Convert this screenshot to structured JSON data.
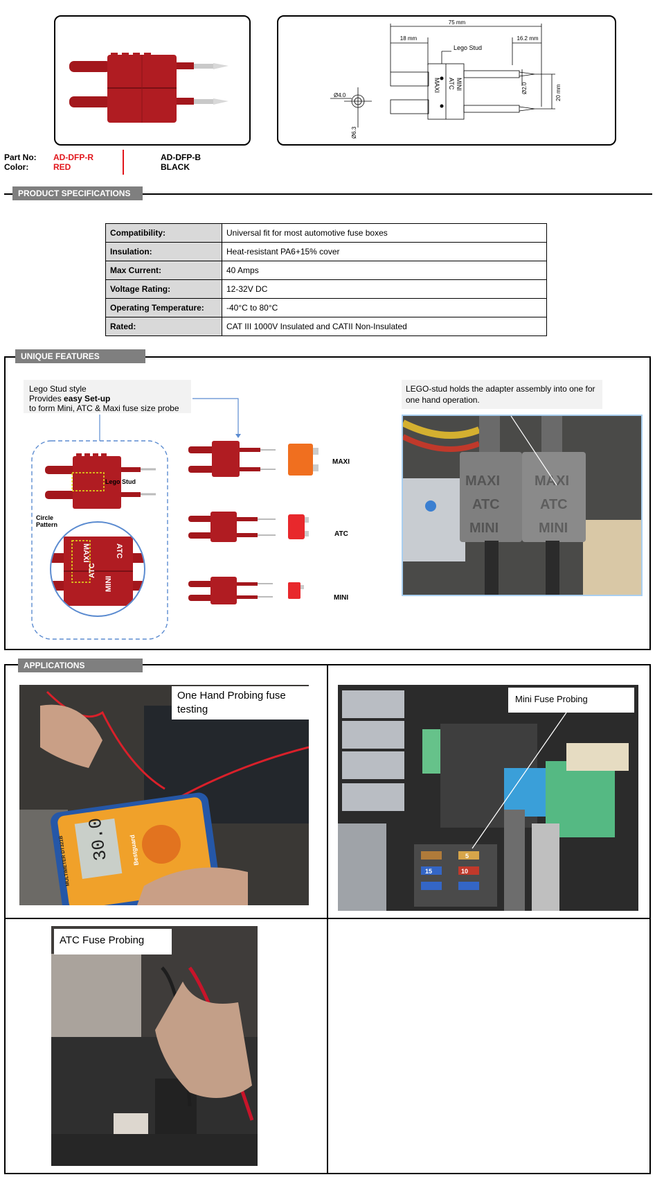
{
  "drawing": {
    "dim_total": "75 mm",
    "dim_left": "18 mm",
    "dim_right": "16.2 mm",
    "lego_stud": "Lego Stud",
    "dim_pin": "Ø2.0",
    "dim_height": "20 mm",
    "dim_hole": "Ø4.0",
    "dim_outer": "Ø6.3",
    "mark_maxi": "MAXI",
    "mark_atc": "ATC",
    "mark_mini": "MINI"
  },
  "parts": {
    "part_no_label": "Part No:",
    "color_label": "Color:",
    "red_part": "AD-DFP-R",
    "red_color": "RED",
    "black_part": "AD-DFP-B",
    "black_color": "BLACK"
  },
  "spec_section": {
    "title": "PRODUCT SPECIFICATIONS",
    "rows": [
      {
        "key": "Compatibility:",
        "value": "Universal fit for most automotive fuse boxes"
      },
      {
        "key": "Insulation:",
        "value": "Heat-resistant PA6+15% cover"
      },
      {
        "key": "Max Current:",
        "value": "40 Amps"
      },
      {
        "key": "Voltage Rating:",
        "value": "12-32V DC"
      },
      {
        "key": "Operating Temperature:",
        "value": "-40°C to 80°C"
      },
      {
        "key": "Rated:",
        "value": "CAT III 1000V Insulated and CATII Non-Insulated"
      }
    ]
  },
  "features": {
    "title": "UNIQUE FEATURES",
    "note_line1": "Lego Stud style",
    "note_line2_pre": "Provides ",
    "note_line2_bold": "easy Set-up",
    "note_line3": "to form Mini, ATC & Maxi fuse size probe",
    "lego_stud_label": "Lego Stud",
    "circle_pattern": "Circle Pattern",
    "fuse_maxi": "MAXI",
    "fuse_atc": "ATC",
    "fuse_mini": "MINI",
    "photo_note": "LEGO-stud holds the adapter assembly into one for one hand operation.",
    "fuse_values": [
      "5",
      "10",
      "15"
    ]
  },
  "applications": {
    "title": "APPLICATIONS",
    "cap1": "One Hand Probing fuse testing",
    "cap2": "Mini Fuse Probing",
    "cap3": "ATC Fuse Probing",
    "meter_reading": "30.0",
    "meter_brand": "Bestguard",
    "meter_model": "MULTIMETER DT321B"
  },
  "colors": {
    "red_accent": "#e1151b",
    "header_gray": "#7f7f7f",
    "key_gray": "#d9d9d9",
    "dash_blue": "#5b8bd0",
    "probe_red": "#a3171c"
  }
}
